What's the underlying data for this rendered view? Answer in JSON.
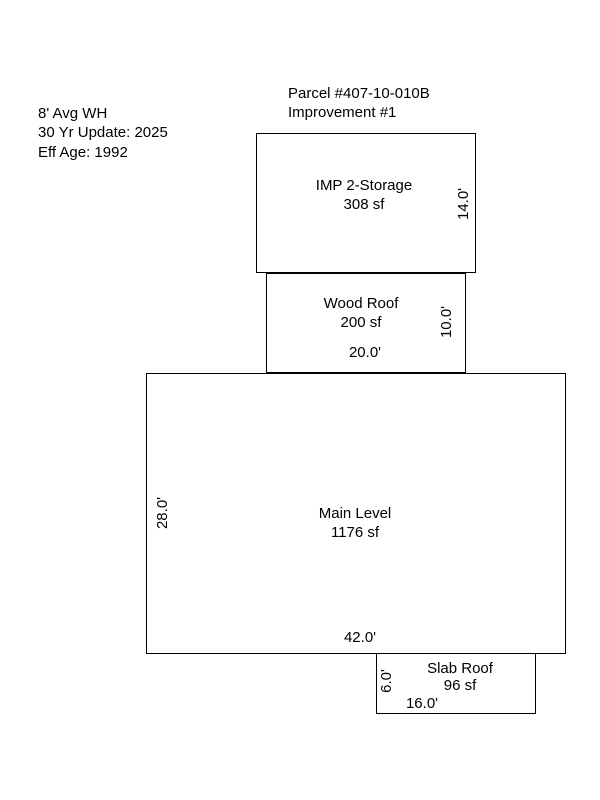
{
  "parcel": {
    "number": "Parcel #407-10-010B",
    "improvement": "Improvement #1"
  },
  "info": {
    "wall_height": "8' Avg WH",
    "update": "30 Yr Update: 2025",
    "eff_age": "Eff Age: 1992"
  },
  "sketch": {
    "storage": {
      "name": "IMP 2-Storage",
      "area": "308 sf",
      "depth": "14.0'"
    },
    "wood_roof": {
      "name": "Wood Roof",
      "area": "200 sf",
      "depth": "10.0'",
      "width": "20.0'"
    },
    "main": {
      "name": "Main Level",
      "area": "1176 sf",
      "depth": "28.0'",
      "width": "42.0'"
    },
    "slab_roof": {
      "name": "Slab Roof",
      "area": "96 sf",
      "depth": "6.0'",
      "width": "16.0'"
    },
    "line_color": "#000000"
  }
}
